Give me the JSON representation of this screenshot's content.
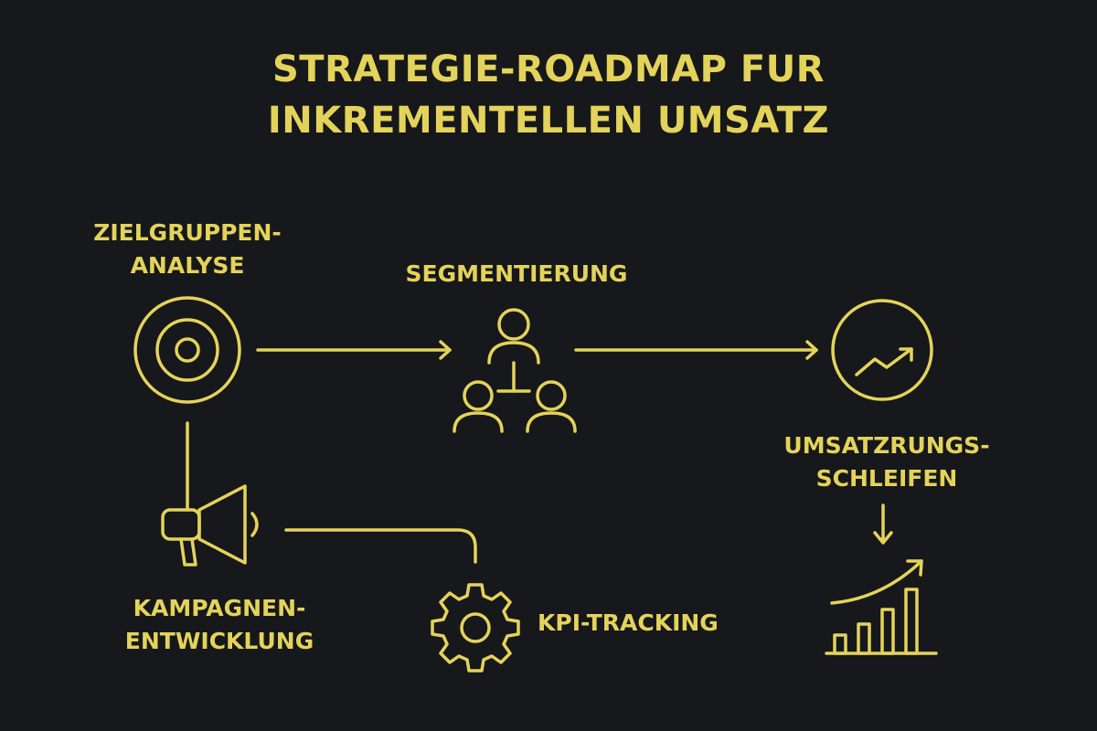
{
  "title": {
    "line1": "STRATEGIE-ROADMAP FUR",
    "line2": "INKREMENTELLEN UMSATZ"
  },
  "nodes": {
    "zielgruppen": {
      "line1": "ZIELGRUPPEN-",
      "line2": "ANALYSE",
      "icon": "target-icon"
    },
    "segmentierung": {
      "label": "SEGMENTIERUNG",
      "icon": "people-hierarchy-icon"
    },
    "umsatz_kreis": {
      "icon": "trend-circle-icon"
    },
    "umsatzrungs": {
      "line1": "UMSATZRUNGS-",
      "line2": "SCHLEIFEN"
    },
    "kampagnen": {
      "line1": "KAMPAGNEN-",
      "line2": "ENTWICKLUNG",
      "icon": "megaphone-icon"
    },
    "kpi": {
      "label": "KPI-TRACKING",
      "icon": "gear-icon"
    },
    "growth": {
      "icon": "bar-growth-icon"
    }
  },
  "colors": {
    "background": "#16181b",
    "accent": "#e4d35a"
  }
}
